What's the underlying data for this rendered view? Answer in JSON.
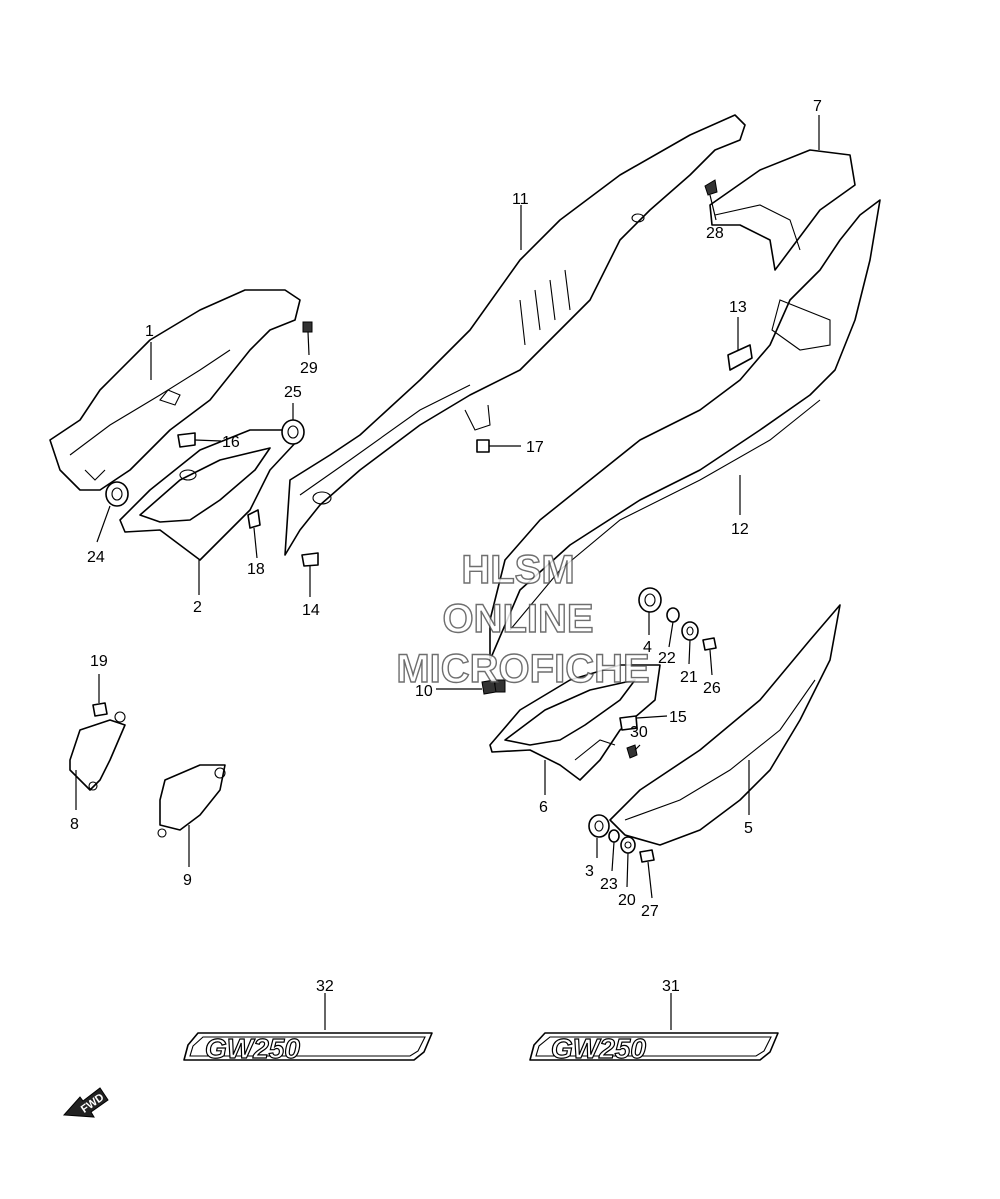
{
  "watermark": {
    "line1": "HLSM",
    "line2": "ONLINE",
    "line3": "MICROFICHE"
  },
  "callouts": [
    "1",
    "2",
    "3",
    "4",
    "5",
    "6",
    "7",
    "8",
    "9",
    "10",
    "11",
    "12",
    "13",
    "14",
    "15",
    "16",
    "17",
    "18",
    "19",
    "20",
    "21",
    "22",
    "23",
    "24",
    "25",
    "26",
    "27",
    "28",
    "29",
    "30",
    "31",
    "32"
  ],
  "emblems": {
    "left": "GW250",
    "right": "GW250"
  },
  "fwd_badge": "FWD"
}
